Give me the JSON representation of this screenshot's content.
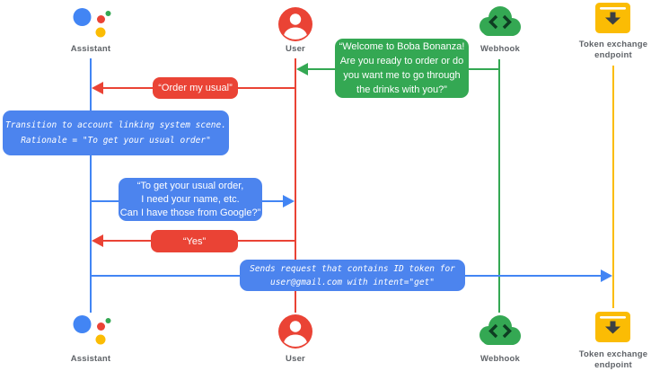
{
  "colors": {
    "blue": "#4285F4",
    "red": "#EA4335",
    "green": "#34A853",
    "yellow": "#FBBC04",
    "note_blue": "#4C84EE",
    "label_gray": "#5F6368"
  },
  "actors": {
    "assistant": {
      "label": "Assistant"
    },
    "user": {
      "label": "User"
    },
    "webhook": {
      "label": "Webhook"
    },
    "token_endpoint": {
      "label_line1": "Token exchange",
      "label_line2": "endpoint"
    }
  },
  "messages": {
    "welcome": {
      "from": "webhook",
      "to": "user",
      "line1": "“Welcome to Boba Bonanza!",
      "line2": "Are you ready to order or do",
      "line3": "you want me to go through",
      "line4": "the drinks with you?”"
    },
    "order_usual": {
      "from": "user",
      "to": "assistant",
      "text": "“Order my usual”"
    },
    "transition_note": {
      "line1": "Transition to account linking system scene.",
      "line2": "Rationale = \"To get your usual order\""
    },
    "account_question": {
      "from": "assistant",
      "to": "user",
      "line1": "“To get your usual order,",
      "line2": "I need your name, etc.",
      "line3": "Can I have those from Google?”"
    },
    "yes": {
      "from": "user",
      "to": "assistant",
      "text": "“Yes”"
    },
    "token_request": {
      "from": "assistant",
      "to": "token_endpoint",
      "line1": "Sends request that contains ID token for",
      "line2": "user@gmail.com with intent=\"get\""
    }
  }
}
